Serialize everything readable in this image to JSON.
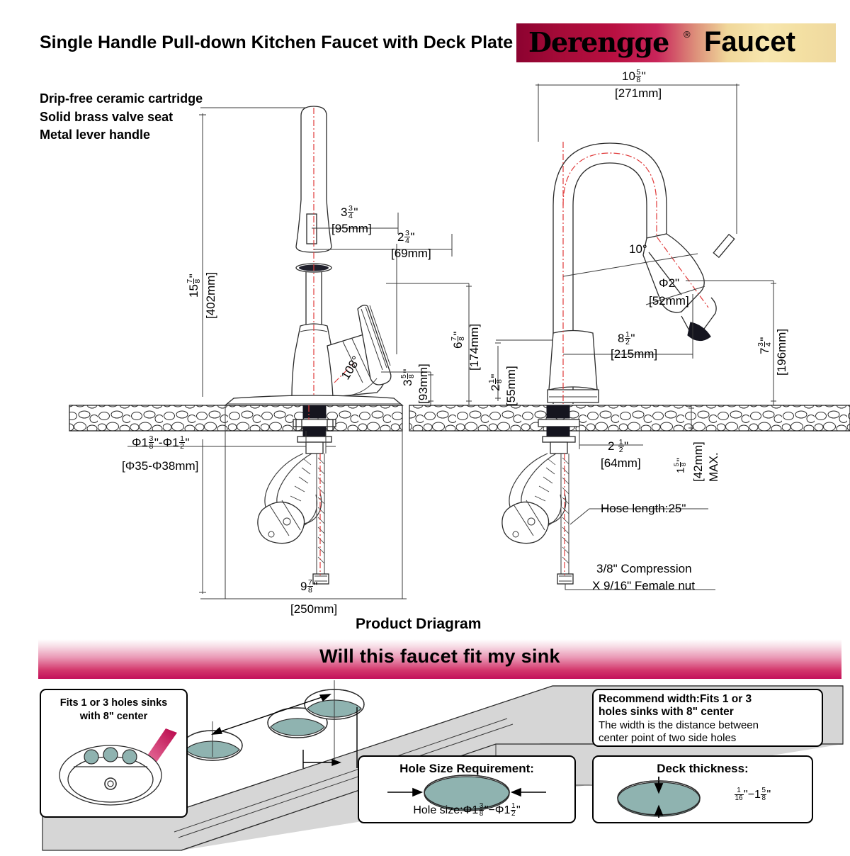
{
  "header": {
    "title": "Single Handle Pull-down Kitchen Faucet with Deck Plate",
    "features": "Drip-free ceramic cartridge\nSolid brass valve seat\nMetal lever handle",
    "feature_list": [
      "Drip-free ceramic cartridge",
      "Solid brass valve seat",
      "Metal lever handle"
    ]
  },
  "logo": {
    "brand": "Derengge",
    "registered": "®",
    "word": "Faucet",
    "gradient_start": "#8c0230",
    "gradient_end": "#efd9a0"
  },
  "diagram": {
    "caption": "Product Driagram",
    "left_view": {
      "height_in": "15",
      "height_frac_n": "7",
      "height_frac_d": "8",
      "height_mm": "[402mm]",
      "spray_offset_in": "3",
      "spray_offset_frac_n": "3",
      "spray_offset_frac_d": "4",
      "spray_offset_mm": "[95mm]",
      "handle_offset_in": "2",
      "handle_offset_frac_n": "3",
      "handle_offset_frac_d": "4",
      "handle_offset_mm": "[69mm]",
      "handle_height_in": "6",
      "handle_height_frac_n": "7",
      "handle_height_frac_d": "8",
      "handle_height_mm": "[174mm]",
      "body_height_in": "3",
      "body_height_frac_n": "5",
      "body_height_frac_d": "8",
      "body_height_mm": "[93mm]",
      "handle_angle": "108°",
      "deck_plate_in": "9",
      "deck_plate_frac_n": "7",
      "deck_plate_frac_d": "8",
      "deck_plate_mm": "[250mm]",
      "hole_dia": "Φ1",
      "hole_dia_frac1_n": "3",
      "hole_dia_frac1_d": "8",
      "hole_dia_mid": "\"-Φ1",
      "hole_dia_frac2_n": "1",
      "hole_dia_frac2_d": "2",
      "hole_dia_mm": "[Φ35-Φ38mm]"
    },
    "right_view": {
      "reach_in": "10",
      "reach_frac_n": "5",
      "reach_frac_d": "8",
      "reach_mm": "[271mm]",
      "spout_angle": "10°",
      "spout_dia": "Φ2\"",
      "spout_dia_mm": "[52mm]",
      "spout_reach_in": "8",
      "spout_reach_frac_n": "1",
      "spout_reach_frac_d": "2",
      "spout_reach_mm": "[215mm]",
      "spout_height_in": "7",
      "spout_height_frac_n": "3",
      "spout_height_frac_d": "4",
      "spout_height_mm": "[196mm]",
      "base_height_in": "2",
      "base_height_frac_n": "1",
      "base_height_frac_d": "8",
      "base_height_mm": "[55mm]",
      "base_width_in": "2",
      "base_width_frac_n": "1",
      "base_width_frac_d": "2",
      "base_width_mm": "[64mm]",
      "deck_max_in": "1",
      "deck_max_frac_n": "5",
      "deck_max_frac_d": "8",
      "deck_max_mm": "[42mm]",
      "deck_max_label": "MAX.",
      "hose_length": "Hose length:25\"",
      "connection_line1": "3/8\" Compression",
      "connection_line2": "X 9/16\" Female nut"
    }
  },
  "fit_section": {
    "banner": "Will this faucet fit my sink",
    "fits_card": {
      "line1": "Fits 1 or 3 holes sinks",
      "line2": "with 8\" center"
    },
    "recommend_card": {
      "bold_line1": "Recommend width:Fits 1 or 3",
      "bold_line2": "holes sinks with 8\" center",
      "plain_line1": "The width is the distance between",
      "plain_line2": "center point of two side holes"
    },
    "hole_card": {
      "title": "Hole Size Requirement:",
      "prefix": "Hole size:Φ1",
      "frac1_n": "3",
      "frac1_d": "8",
      "mid": "\"−Φ1",
      "frac2_n": "1",
      "frac2_d": "2",
      "suffix": "\""
    },
    "deck_card": {
      "title": "Deck thickness:",
      "frac1_n": "1",
      "frac1_d": "16",
      "mid": "\"−1",
      "frac2_n": "5",
      "frac2_d": "8",
      "suffix": "\""
    },
    "accent_color": "#c3105a",
    "hole_fill_color": "#8fb3b0"
  }
}
